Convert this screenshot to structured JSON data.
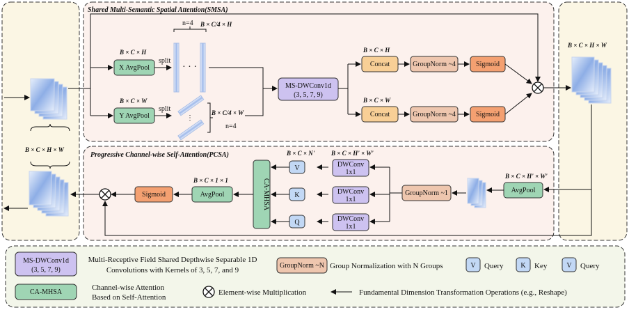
{
  "smsa": {
    "title": "Shared Multi-Semantic Spatial Attention(SMSA)",
    "x_avgpool": "X AvgPool",
    "y_avgpool": "Y AvgPool",
    "split_top": "split",
    "split_bottom": "split",
    "dim_x": "B × C × H",
    "dim_y": "B × C × W",
    "n_top": "n=4",
    "n_bottom": "n=4",
    "dim_split_top": "B × C/4 × H",
    "dim_split_bottom": "B × C/4 × W",
    "ms_dwconv_line1": "MS-DWConv1d",
    "ms_dwconv_line2": "(3, 5, 7, 9)",
    "dim_concat_top": "B × C × H",
    "dim_concat_bottom": "B × C × W",
    "concat_top": "Concat",
    "concat_bottom": "Concat",
    "gn_top": "GroupNorm ~4",
    "gn_bottom": "GroupNorm ~4",
    "sigmoid_top": "Sigmoid",
    "sigmoid_bottom": "Sigmoid",
    "dim_output": "B × C × H × W"
  },
  "input_dim": "B × C × H × W",
  "pcsa": {
    "title": "Progressive Channel-wise Self-Attention(PCSA)",
    "avgpool_in": "AvgPool",
    "dim_avgpool_in": "B × C × H' × W'",
    "groupnorm": "GroupNorm ~1",
    "dwconv_line1": "DWConv",
    "dwconv_line2": "1x1",
    "dim_dwconv": "B × C × H' × W'",
    "dim_qkv": "B × C × N'",
    "v_label": "V",
    "k_label": "K",
    "q_label": "Q",
    "ca_mhsa": "CA-MHSA",
    "avgpool_out": "AvgPool",
    "dim_avgpool_out": "B × C × 1 × 1",
    "sigmoid": "Sigmoid"
  },
  "legend": {
    "ms_dwconv_box_line1": "MS-DWConv1d",
    "ms_dwconv_box_line2": "(3, 5, 7, 9)",
    "ms_dwconv_desc_line1": "Multi-Receptive Field Shared Depthwise Separable 1D",
    "ms_dwconv_desc_line2": "Convolutions with Kernels of 3, 5, 7, and 9",
    "groupnorm_box": "GroupNorm ~N",
    "groupnorm_desc": "Group Normalization with N Groups",
    "v_box": "V",
    "v_desc": "Query",
    "k_box": "K",
    "k_desc": "Key",
    "v2_box": "V",
    "v2_desc": "Query",
    "ca_mhsa_box": "CA-MHSA",
    "ca_mhsa_desc_line1": "Channel-wise Attention",
    "ca_mhsa_desc_line2": "Based on Self-Attention",
    "mult_desc": "Element-wise Multiplication",
    "arrow_desc": "Fundamental Dimension Transformation Operations (e.g., Reshape)"
  },
  "colors": {
    "panel_bg": "#fbf6e4",
    "smsa_bg": "#fcf1ed",
    "pcsa_bg": "#fcf1ed",
    "legend_bg": "#f3f6ea",
    "green": "#9fd5b4",
    "purple": "#cdc2f0",
    "orange_light": "#f8cf96",
    "tan": "#eec6ae",
    "salmon": "#f4a071",
    "blue_small": "#c2d8f5"
  }
}
